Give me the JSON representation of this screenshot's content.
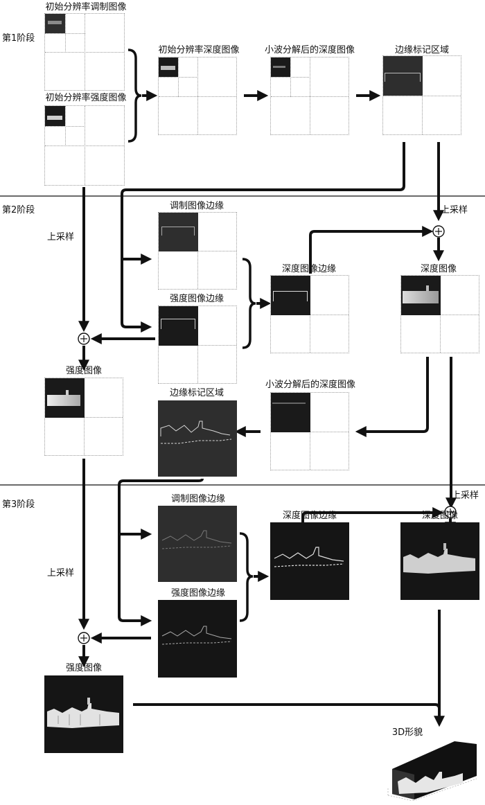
{
  "stages": {
    "stage1": "第1阶段",
    "stage2": "第2阶段",
    "stage3": "第3阶段"
  },
  "stage1": {
    "init_modulation": "初始分辨率调制图像",
    "init_intensity": "初始分辨率强度图像",
    "init_depth": "初始分辨率深度图像",
    "wavelet_depth": "小波分解后的深度图像",
    "edge_region": "边缘标记区域"
  },
  "stage2": {
    "upsample_left": "上采样",
    "upsample_right": "上采样",
    "modulation_edge": "调制图像边缘",
    "intensity_edge": "强度图像边缘",
    "depth_edge": "深度图像边缘",
    "depth_image": "深度图像",
    "intensity_image": "强度图像",
    "wavelet_depth": "小波分解后的深度图像",
    "edge_region": "边缘标记区域"
  },
  "stage3": {
    "upsample_left": "上采样",
    "upsample_right": "上采样",
    "modulation_edge": "调制图像边缘",
    "intensity_edge": "强度图像边缘",
    "depth_edge": "深度图像边缘",
    "depth_image": "深度图像",
    "intensity_image": "强度图像",
    "shape_3d": "3D形貌"
  },
  "symbols": {
    "plus": "+"
  }
}
